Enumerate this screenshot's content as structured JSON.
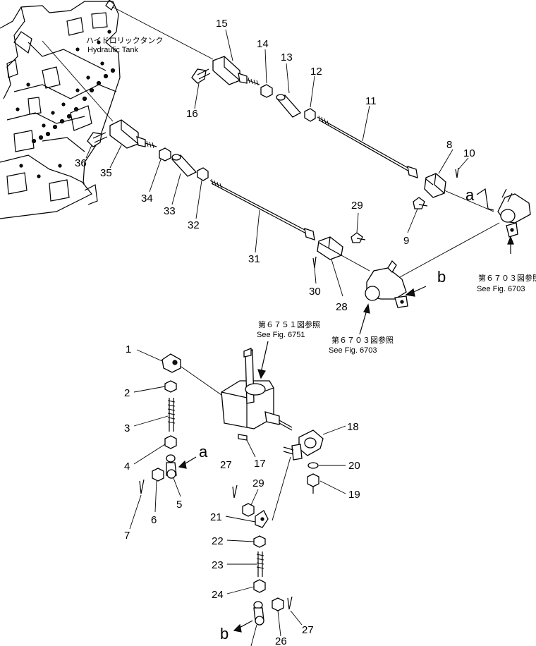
{
  "labels": {
    "hydraulic_tank_jp": "ハイドロリックタンク",
    "hydraulic_tank_en": "Hydraulic Tank",
    "ref_6703_jp": "第６７０３図参照",
    "ref_6703_en": "See Fig. 6703",
    "ref_6751_jp": "第６７５１図参照",
    "ref_6751_en": "See Fig. 6751"
  },
  "letters": {
    "a": "a",
    "b": "b"
  },
  "parts": {
    "p1": "1",
    "p2": "2",
    "p3": "3",
    "p4": "4",
    "p5": "5",
    "p6": "6",
    "p7": "7",
    "p8": "8",
    "p9": "9",
    "p10": "10",
    "p11": "11",
    "p12": "12",
    "p13": "13",
    "p14": "14",
    "p15": "15",
    "p16": "16",
    "p17": "17",
    "p18": "18",
    "p19": "19",
    "p20": "20",
    "p21": "21",
    "p22": "22",
    "p23": "23",
    "p24": "24",
    "p26": "26",
    "p27": "27",
    "p28": "28",
    "p29": "29",
    "p30": "30",
    "p31": "31",
    "p32": "32",
    "p33": "33",
    "p34": "34",
    "p35": "35",
    "p36": "36"
  }
}
